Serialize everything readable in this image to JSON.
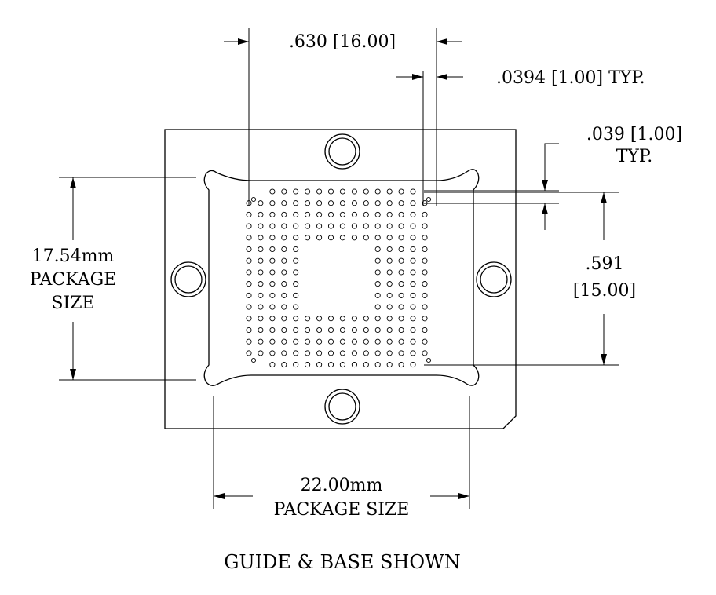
{
  "drawing": {
    "caption": "GUIDE & BASE SHOWN",
    "pitch_dimension": {
      "label": ".630 [16.00]"
    },
    "pin_spacing_dimension": {
      "label": ".0394 [1.00] TYP."
    },
    "row_pitch_dimension": {
      "line1": ".039 [1.00]",
      "line2": "TYP."
    },
    "vertical_span_dimension": {
      "line1": ".591",
      "line2": "[15.00]"
    },
    "package_height": {
      "line1": "17.54mm",
      "line2": "PACKAGE",
      "line3": "SIZE"
    },
    "package_width": {
      "line1": "22.00mm",
      "line2": "PACKAGE SIZE"
    },
    "ball_grid": {
      "rows": 16,
      "columns": 16,
      "depopulated_center": "6x6"
    },
    "guide_holes": [
      "top",
      "left",
      "right",
      "bottom"
    ]
  }
}
